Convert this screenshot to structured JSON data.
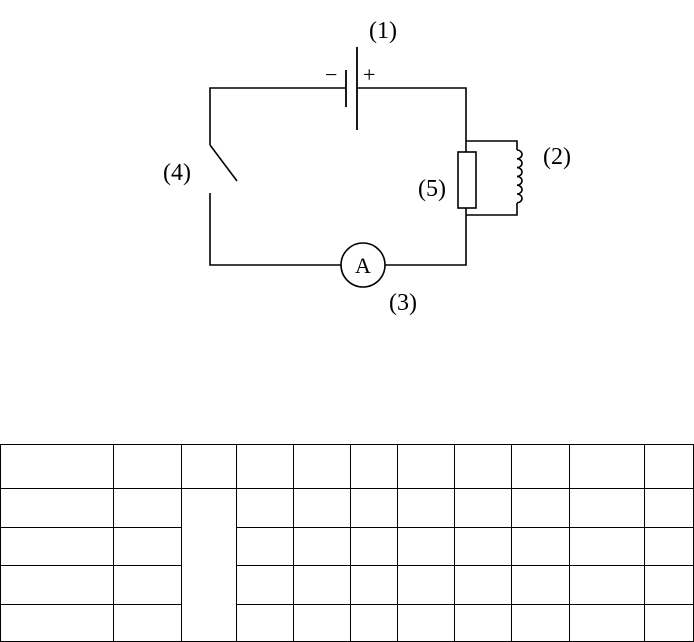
{
  "labels": {
    "battery": "(1)",
    "inductor": "(2)",
    "ammeter": "(3)",
    "switch": "(4)",
    "resistor": "(5)"
  },
  "battery_signs": {
    "negative": "−",
    "positive": "+"
  },
  "ammeter_symbol": "A",
  "table": {
    "rows": 5,
    "cols": 11,
    "merged_block": "rows 2-5 in column 3"
  },
  "colors": {
    "line": "#000000",
    "background": "#ffffff"
  }
}
